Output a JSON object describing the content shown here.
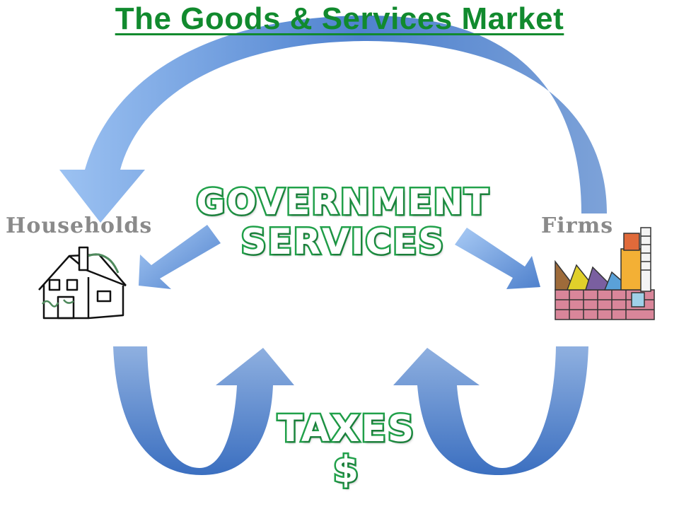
{
  "title": "The Goods & Services Market",
  "actors": {
    "households": "Households",
    "firms": "Firms"
  },
  "center_label": {
    "line1": "GOVERNMENT",
    "line2": "SERVICES"
  },
  "taxes_label": {
    "line1": "TAXES",
    "line2": "$"
  },
  "colors": {
    "title": "#118a2e",
    "label_outline": "#21a14a",
    "arrow_light": "#9cc2f2",
    "arrow_dark": "#3b6fc0",
    "actor_label": "#8a8a8a"
  },
  "icons": {
    "households": "house-icon",
    "firms": "factory-icon"
  }
}
